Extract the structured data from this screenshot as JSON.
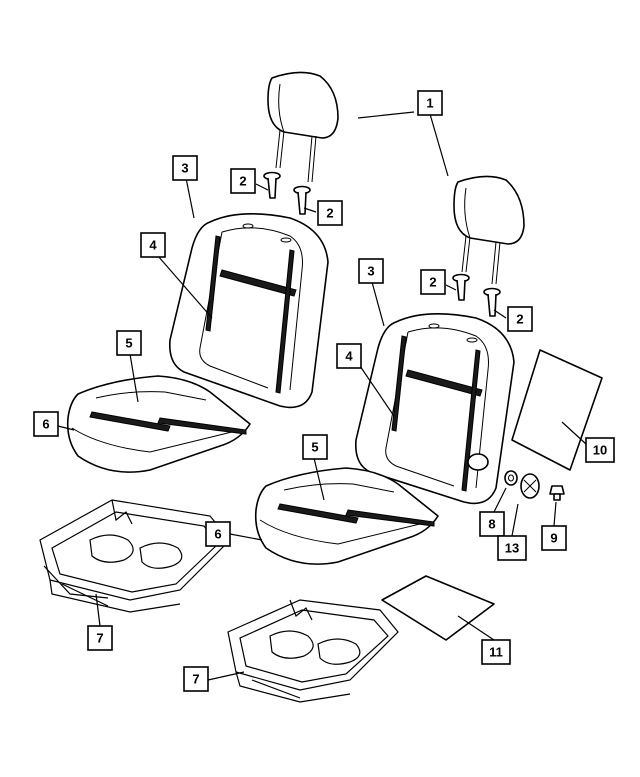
{
  "callouts": [
    {
      "id": "c1a",
      "label": "1"
    },
    {
      "id": "c2a",
      "label": "2"
    },
    {
      "id": "c2b",
      "label": "2"
    },
    {
      "id": "c2c",
      "label": "2"
    },
    {
      "id": "c2d",
      "label": "2"
    },
    {
      "id": "c3a",
      "label": "3"
    },
    {
      "id": "c3b",
      "label": "3"
    },
    {
      "id": "c4a",
      "label": "4"
    },
    {
      "id": "c4b",
      "label": "4"
    },
    {
      "id": "c5a",
      "label": "5"
    },
    {
      "id": "c5b",
      "label": "5"
    },
    {
      "id": "c6a",
      "label": "6"
    },
    {
      "id": "c6b",
      "label": "6"
    },
    {
      "id": "c7a",
      "label": "7"
    },
    {
      "id": "c7b",
      "label": "7"
    },
    {
      "id": "c8",
      "label": "8"
    },
    {
      "id": "c9",
      "label": "9"
    },
    {
      "id": "c10",
      "label": "10"
    },
    {
      "id": "c11",
      "label": "11"
    },
    {
      "id": "c13",
      "label": "13"
    }
  ]
}
